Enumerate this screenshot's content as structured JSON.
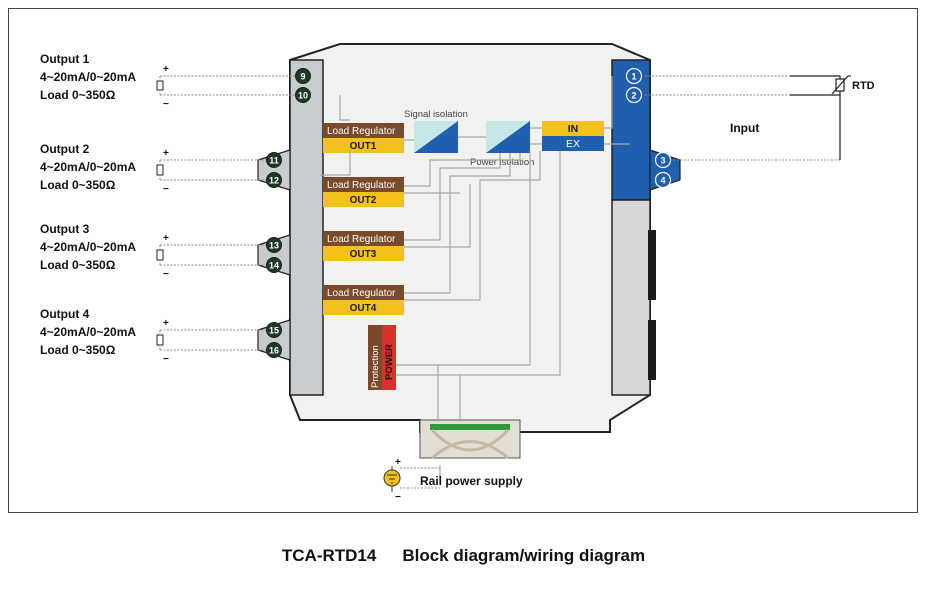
{
  "outputs": [
    {
      "title": "Output 1",
      "range": "4~20mA/0~20mA",
      "load": "Load 0~350Ω",
      "plus": "+",
      "minus": "−",
      "t1": "9",
      "t2": "10"
    },
    {
      "title": "Output 2",
      "range": "4~20mA/0~20mA",
      "load": "Load 0~350Ω",
      "plus": "+",
      "minus": "−",
      "t1": "11",
      "t2": "12"
    },
    {
      "title": "Output 3",
      "range": "4~20mA/0~20mA",
      "load": "Load 0~350Ω",
      "plus": "+",
      "minus": "−",
      "t1": "13",
      "t2": "14"
    },
    {
      "title": "Output 4",
      "range": "4~20mA/0~20mA",
      "load": "Load 0~350Ω",
      "plus": "+",
      "minus": "−",
      "t1": "15",
      "t2": "16"
    }
  ],
  "regulators": [
    {
      "label": "Load Regulator",
      "out": "OUT1"
    },
    {
      "label": "Load Regulator",
      "out": "OUT2"
    },
    {
      "label": "Load Regulator",
      "out": "OUT3"
    },
    {
      "label": "Load Regulator",
      "out": "OUT4"
    }
  ],
  "isolation": {
    "signal": "Signal isolation",
    "power": "Power isolation"
  },
  "in_ex": {
    "in": "IN",
    "ex": "EX"
  },
  "input_terminals": [
    "1",
    "2",
    "3",
    "4"
  ],
  "input_label": "Input",
  "rtd_label": "RTD",
  "protection": "Protection",
  "power": "POWER",
  "rail": {
    "label": "Rail power supply",
    "plus": "+",
    "minus": "−"
  },
  "caption": {
    "model": "TCA-RTD14",
    "title": "Block diagram/wiring diagram"
  },
  "colors": {
    "brown": "#7a4a2a",
    "yellow": "#f2c21a",
    "blue": "#1f5fae",
    "red": "#d8312b",
    "body": "#f1f1ef",
    "grey_wire": "#a8a8a8"
  }
}
